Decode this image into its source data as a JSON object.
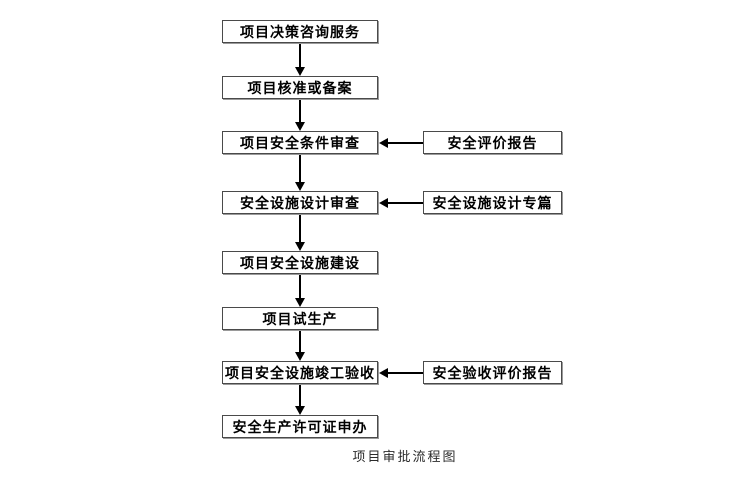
{
  "page": {
    "background_color": "#ffffff",
    "caption": "项目审批流程图"
  },
  "flowchart": {
    "colors": {
      "box_background": "#ffffff",
      "box_border": "#4a4a4a",
      "box_shadow": "#9a9a9a",
      "text": "#000000",
      "arrow": "#000000"
    },
    "main_steps": [
      {
        "label": "项目决策咨询服务"
      },
      {
        "label": "项目核准或备案"
      },
      {
        "label": "项目安全条件审查"
      },
      {
        "label": "安全设施设计审查"
      },
      {
        "label": "项目安全设施建设"
      },
      {
        "label": "项目试生产"
      },
      {
        "label": "项目安全设施竣工验收"
      },
      {
        "label": "安全生产许可证申办"
      }
    ],
    "side_inputs": [
      {
        "label": "安全评价报告",
        "feeds_into": "项目安全条件审查"
      },
      {
        "label": "安全设施设计专篇",
        "feeds_into": "安全设施设计审查"
      },
      {
        "label": "安全验收评价报告",
        "feeds_into": "项目安全设施竣工验收"
      }
    ]
  }
}
